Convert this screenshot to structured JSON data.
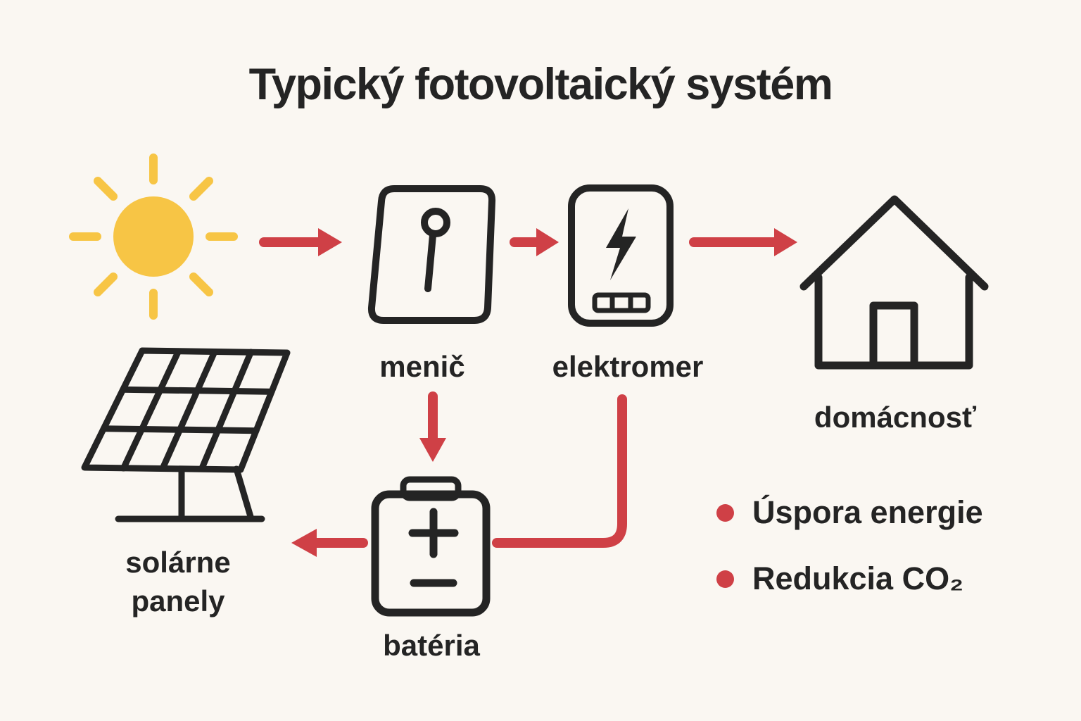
{
  "title": "Typický fotovoltaický systém",
  "colors": {
    "background": "#faf7f2",
    "ink": "#242424",
    "red": "#cf4046",
    "yellow": "#f7c545"
  },
  "nodes": {
    "sun": {
      "icon": "sun-icon"
    },
    "solar_panels": {
      "icon": "solar-panel-icon",
      "label_line1": "solárne",
      "label_line2": "panely"
    },
    "inverter": {
      "icon": "inverter-icon",
      "label": "menič"
    },
    "meter": {
      "icon": "electric-meter-icon",
      "label": "elektromer"
    },
    "house": {
      "icon": "house-icon",
      "label": "domácnosť"
    },
    "battery": {
      "icon": "battery-icon",
      "label": "batéria"
    }
  },
  "benefits": [
    {
      "label": "Úspora energie"
    },
    {
      "label": "Redukcia CO₂"
    }
  ]
}
